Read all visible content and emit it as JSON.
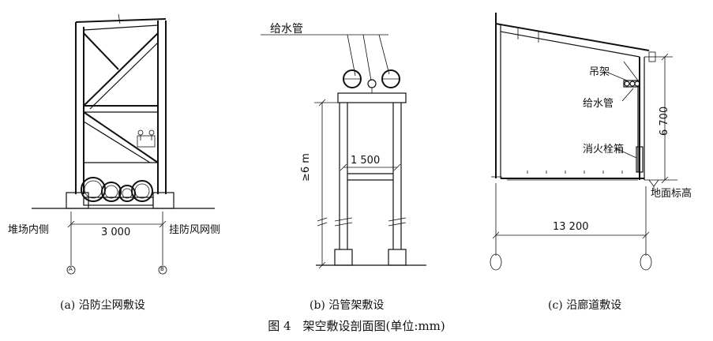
{
  "panels": {
    "a": {
      "caption": "(a) 沿防尘网敷设",
      "label_left": "堆场内侧",
      "label_right": "挂防风网侧",
      "dim_width": "3 000",
      "axis_left": "A",
      "axis_right": "B"
    },
    "b": {
      "caption": "(b) 沿管架敷设",
      "label_pipe": "给水管",
      "dim_width": "1 500",
      "dim_height": "≥6 m"
    },
    "c": {
      "caption": "(c) 沿廊道敷设",
      "label_hanger": "吊架",
      "label_pipe": "给水管",
      "label_hydrant": "消火栓箱",
      "label_ground": "地面标高",
      "dim_width": "13 200",
      "dim_height": "6 700"
    }
  },
  "figure_caption": "图 4　架空敷设剖面图(单位:mm)"
}
